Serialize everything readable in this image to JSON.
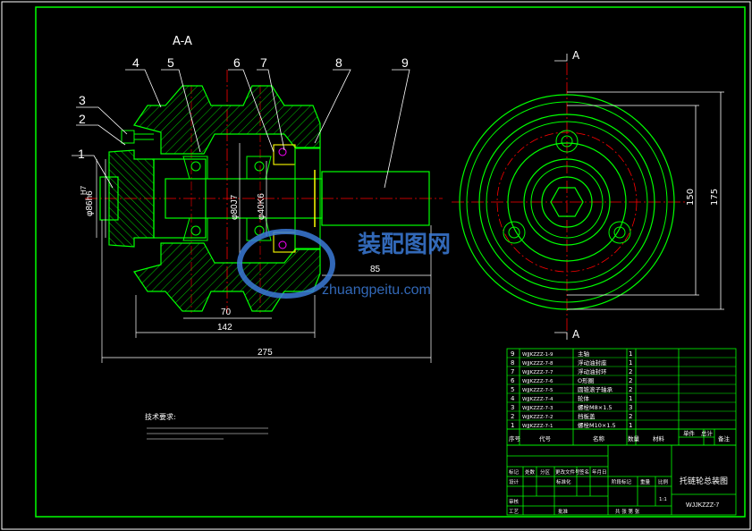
{
  "section_title": "A-A",
  "section_marker": "A",
  "callouts": [
    "1",
    "2",
    "3",
    "4",
    "5",
    "6",
    "7",
    "8",
    "9"
  ],
  "dimensions": {
    "d_outer_shaft": "φ86h6",
    "fit_h7": "H7",
    "d_bore": "φ80J7",
    "d_bearing": "φ40K6",
    "len_85": "85",
    "len_70": "70",
    "len_142": "142",
    "len_275": "275",
    "dia_150": "150",
    "dia_175": "175"
  },
  "watermark": {
    "cn": "装配图网",
    "url": "zhuangpeitu.com"
  },
  "tech_req": {
    "title": "技术要求:"
  },
  "bom": {
    "rows": [
      {
        "no": "9",
        "code": "WJJKZZZ-1-9",
        "name": "主轴",
        "qty": "1"
      },
      {
        "no": "8",
        "code": "WJJKZZZ-7-8",
        "name": "浮动油封座",
        "qty": "1"
      },
      {
        "no": "7",
        "code": "WJJKZZZ-7-7",
        "name": "浮动油封环",
        "qty": "2"
      },
      {
        "no": "6",
        "code": "WJJKZZZ-7-6",
        "name": "O形圈",
        "qty": "2"
      },
      {
        "no": "5",
        "code": "WJJKZZZ-7-5",
        "name": "圆锥滚子轴承",
        "qty": "2"
      },
      {
        "no": "4",
        "code": "WJJKZZZ-7-4",
        "name": "轮体",
        "qty": "1"
      },
      {
        "no": "3",
        "code": "WJJKZZZ-7-3",
        "name": "螺栓M8×1.5",
        "qty": "3"
      },
      {
        "no": "2",
        "code": "WJJKZZZ-7-2",
        "name": "挡板盖",
        "qty": "2"
      },
      {
        "no": "1",
        "code": "WJJKZZZ-7-1",
        "name": "螺栓M10×1.5",
        "qty": "1"
      }
    ],
    "header": {
      "no": "序号",
      "code": "代号",
      "name": "名称",
      "qty": "数量",
      "material": "材料",
      "unit_weight": "单件",
      "total_weight": "总计",
      "note": "备注"
    }
  },
  "title_block": {
    "drawing_title": "托链轮总装图",
    "drawing_code": "WJJKZZZ-7",
    "scale": "1:1",
    "labels": [
      "标记",
      "处数",
      "分区",
      "更改文件号",
      "签名",
      "年月日",
      "设计",
      "标准化",
      "阶段标记",
      "重量",
      "比例",
      "审核",
      "工艺",
      "批准",
      "共 张 第 张"
    ]
  },
  "colors": {
    "frame": "#00ff00",
    "outline": "#00ff00",
    "hatch": "#00ff00",
    "centerline": "#ff0000",
    "dim": "#ffffff",
    "text": "#ffffff",
    "bearing_yellow": "#ffff00",
    "watermark": "#3b7bd8"
  }
}
